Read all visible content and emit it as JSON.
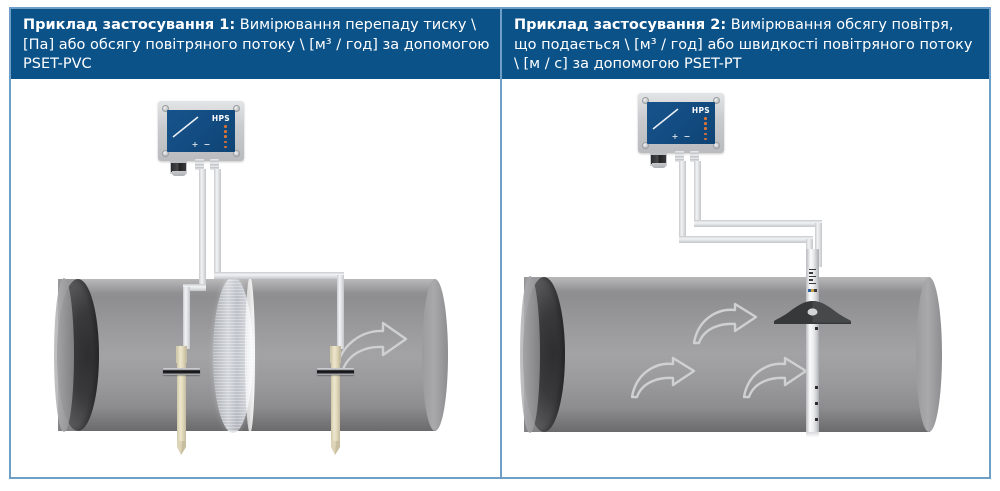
{
  "panels": [
    {
      "id": "example-1",
      "header_bold": "Приклад застосування 1:",
      "header_rest": " Вимірювання перепаду тиску \\ [Па] або обсягу повітряного потоку \\ [м³ / год] за допомогою PSET-PVC",
      "device_brand": "HPS",
      "illustration": "differential-pressure-measurement-across-filter-in-duct-with-two-pvc-static-pressure-probes"
    },
    {
      "id": "example-2",
      "header_bold": "Приклад застосування 2:",
      "header_rest": " Вимірювання обсягу повітря, що подається \\ [м³ / год] або швидкості повітряного потоку \\ [м / с] за допомогою PSET-PT",
      "device_brand": "HPS",
      "illustration": "air-volume-and-velocity-measurement-in-duct-with-single-pitot-tube-probe"
    }
  ],
  "colors": {
    "header_background": "#0b5289",
    "header_text": "#ffffff",
    "frame_border": "#6f9fc6",
    "page_background": "#ffffff",
    "duct_gray": "#9a9a9c",
    "device_display_blue": "#17538b",
    "device_housing": "#c8cacd",
    "led_orange": "#d8733a",
    "tubing_light_gray": "#f2f3f4",
    "pvc_probe_beige": "#e3dabd",
    "flange_black": "#1d1d1f",
    "arrow_stroke": "#cfd0d2"
  }
}
